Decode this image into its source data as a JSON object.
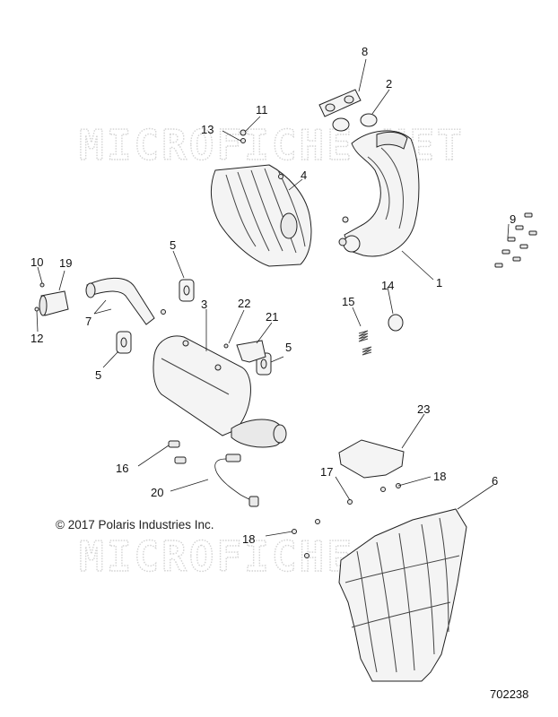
{
  "watermark": "MICROFICHE.NET",
  "copyright": "© 2017 Polaris Industries Inc.",
  "document_number": "702238",
  "callouts": {
    "c1": "1",
    "c2": "2",
    "c3": "3",
    "c4": "4",
    "c5a": "5",
    "c5b": "5",
    "c5c": "5",
    "c6": "6",
    "c7": "7",
    "c8": "8",
    "c9": "9",
    "c10": "10",
    "c11": "11",
    "c12": "12",
    "c13": "13",
    "c14": "14",
    "c15": "15",
    "c16": "16",
    "c17": "17",
    "c18a": "18",
    "c18b": "18",
    "c19": "19",
    "c20": "20",
    "c21": "21",
    "c22": "22",
    "c23": "23"
  }
}
